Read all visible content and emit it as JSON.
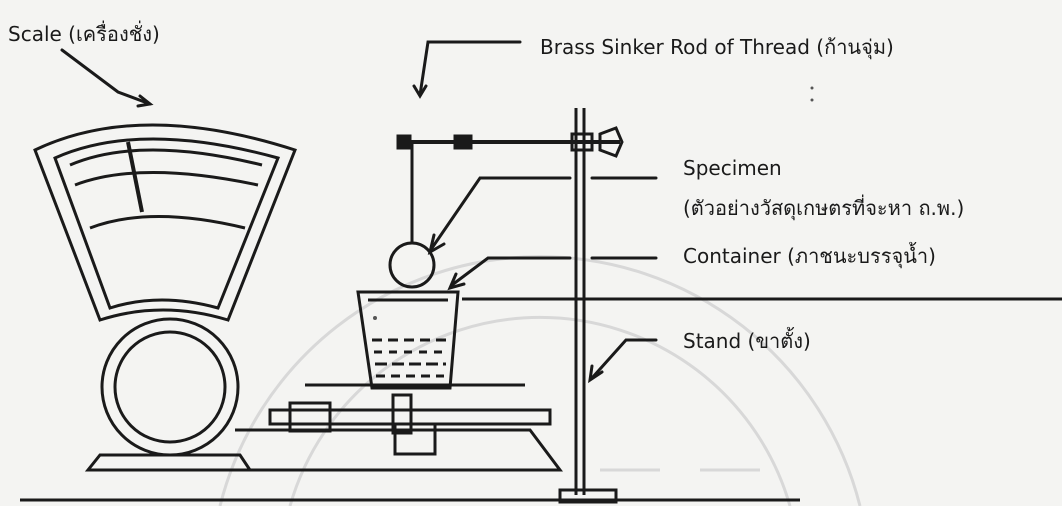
{
  "labels": {
    "scale": "Scale (เครื่องชั่ง)",
    "rod": "Brass Sinker Rod of Thread (ก้านจุ่ม)",
    "specimen": "Specimen",
    "specimen_th": "(ตัวอย่างวัสดุเกษตรที่จะหา ถ.พ.)",
    "container": "Container (ภาชนะบรรจุน้ำ)",
    "stand": "Stand (ขาตั้ง)"
  },
  "colors": {
    "ink": "#1a1a1a",
    "paper": "#f4f4f2",
    "watermark": "#d8d8d8"
  }
}
